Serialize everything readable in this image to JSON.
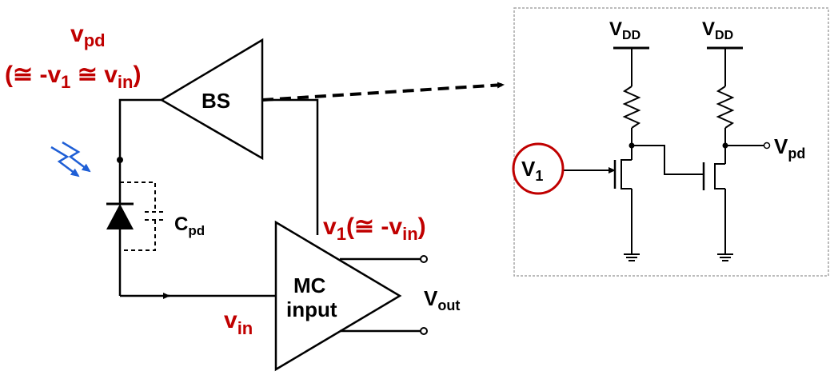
{
  "left": {
    "vpd_label": {
      "base": "v",
      "sub": "pd"
    },
    "vpd_approx": {
      "open": "(≅ -v",
      "sub1": "1",
      "mid": " ≅ v",
      "sub2": "in",
      "close": ")"
    },
    "bs_label": "BS",
    "cpd_label": {
      "base": "C",
      "sub": "pd"
    },
    "v1_label": {
      "base": "v",
      "sub": "1",
      "paren_open": "(≅ -v",
      "sub2": "in",
      "paren_close": ")"
    },
    "vin_label": {
      "base": "v",
      "sub": "in"
    },
    "mc_label": {
      "line1": "MC",
      "line2": "input"
    },
    "vout_label": {
      "base": "V",
      "sub": "out"
    }
  },
  "right": {
    "vdd_left": {
      "base": "V",
      "sub": "DD"
    },
    "vdd_right": {
      "base": "V",
      "sub": "DD"
    },
    "v1_circled": {
      "base": "V",
      "sub": "1"
    },
    "vpd_out": {
      "base": "V",
      "sub": "pd"
    }
  },
  "colors": {
    "label_red": "#c00000",
    "light_blue": "#1f5fd6",
    "panel_border": "#a6a6a6"
  }
}
